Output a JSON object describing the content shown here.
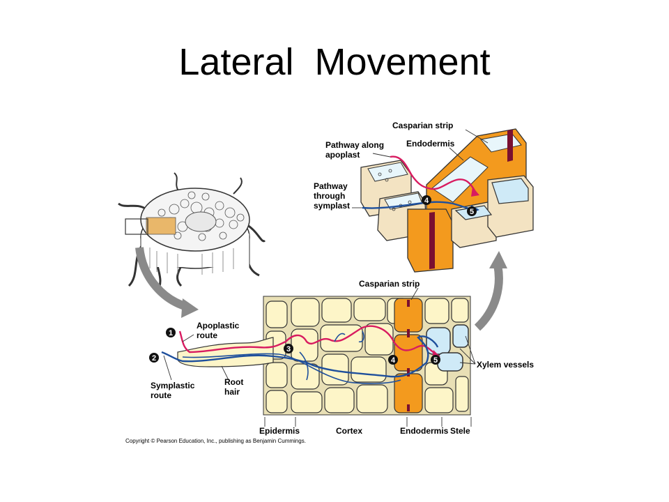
{
  "slide": {
    "title": "Lateral  Movement"
  },
  "diagram": {
    "labels": {
      "casparian_strip_top": "Casparian strip",
      "endodermis_top": "Endodermis",
      "pathway_along_1": "Pathway along",
      "pathway_along_2": "apoplast",
      "pathway_through_1": "Pathway",
      "pathway_through_2": "through",
      "pathway_through_3": "symplast",
      "casparian_strip_bottom": "Casparian strip",
      "apoplastic_1": "Apoplastic",
      "apoplastic_2": "route",
      "symplastic_1": "Symplastic",
      "symplastic_2": "route",
      "root_hair_1": "Root",
      "root_hair_2": "hair",
      "xylem_vessels": "Xylem vessels",
      "epidermis": "Epidermis",
      "cortex": "Cortex",
      "endodermis_bottom": "Endodermis",
      "stele": "Stele"
    },
    "markers": [
      "1",
      "2",
      "3",
      "4",
      "5"
    ],
    "copyright": "Copyright © Pearson Education, Inc., publishing as Benjamin Cummings.",
    "colors": {
      "apoplast_path": "#d81b60",
      "symplast_path": "#1e4f9c",
      "endodermis": "#f39a1e",
      "casparian": "#7a1030",
      "cell_fill": "#fdf5c8",
      "xylem": "#cfeaf7",
      "arrow_gray": "#8a8a8a"
    }
  }
}
